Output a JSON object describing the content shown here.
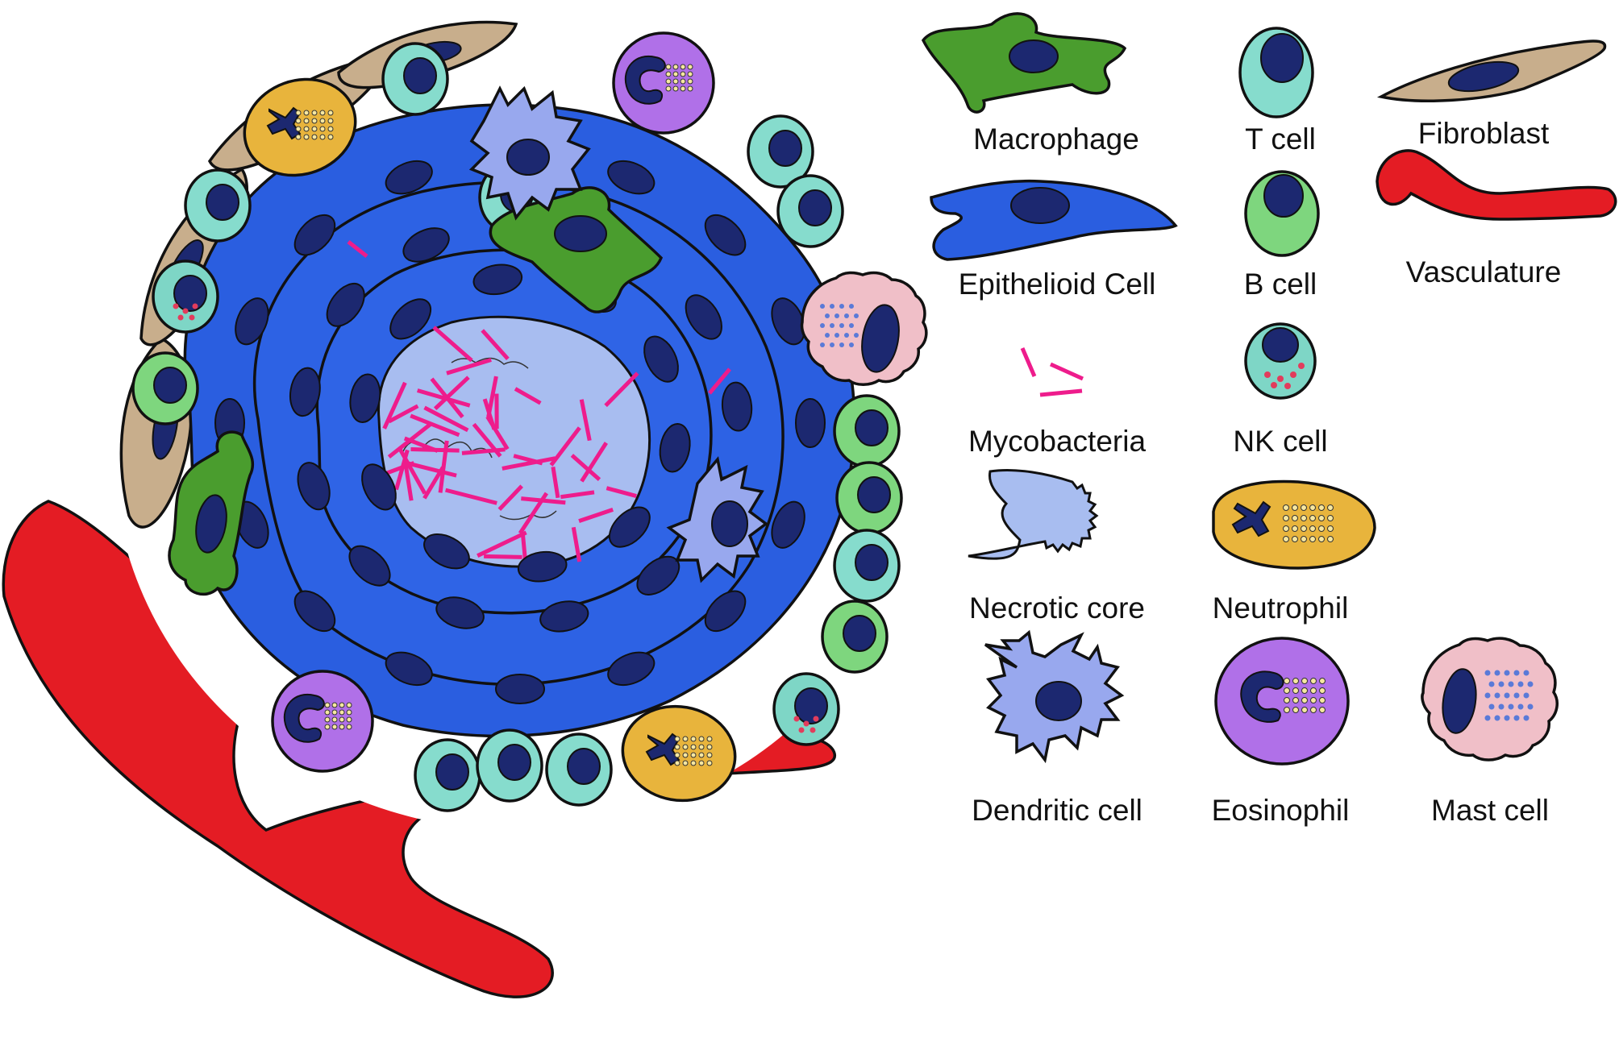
{
  "diagram": {
    "legend": [
      {
        "key": "macrophage",
        "label": "Macrophage",
        "color": "#4a9d2e"
      },
      {
        "key": "t_cell",
        "label": "T cell",
        "color": "#86dccd"
      },
      {
        "key": "fibroblast",
        "label": "Fibroblast",
        "color": "#c8ae8c"
      },
      {
        "key": "epithelioid",
        "label": "Epithelioid Cell",
        "color": "#2a5ee0"
      },
      {
        "key": "b_cell",
        "label": "B cell",
        "color": "#7ed67e"
      },
      {
        "key": "vasculature",
        "label": "Vasculature",
        "color": "#e41c24"
      },
      {
        "key": "mycobacteria",
        "label": "Mycobacteria",
        "color": "#ee1c8c"
      },
      {
        "key": "nk_cell",
        "label": "NK cell",
        "color": "#7ed6c6"
      },
      {
        "key": "necrotic_core",
        "label": "Necrotic core",
        "color": "#a8bdf0"
      },
      {
        "key": "neutrophil",
        "label": "Neutrophil",
        "color": "#e8b43c"
      },
      {
        "key": "dendritic",
        "label": "Dendritic cell",
        "color": "#98a8ee"
      },
      {
        "key": "eosinophil",
        "label": "Eosinophil",
        "color": "#b070e8"
      },
      {
        "key": "mast_cell",
        "label": "Mast cell",
        "color": "#f0bfc8"
      }
    ],
    "colors": {
      "nucleus": "#1c2870",
      "outline": "#111111",
      "granule_yellow": "#f6e7a0",
      "granule_red": "#e23c5c",
      "granule_blue": "#5a7ad8"
    }
  }
}
